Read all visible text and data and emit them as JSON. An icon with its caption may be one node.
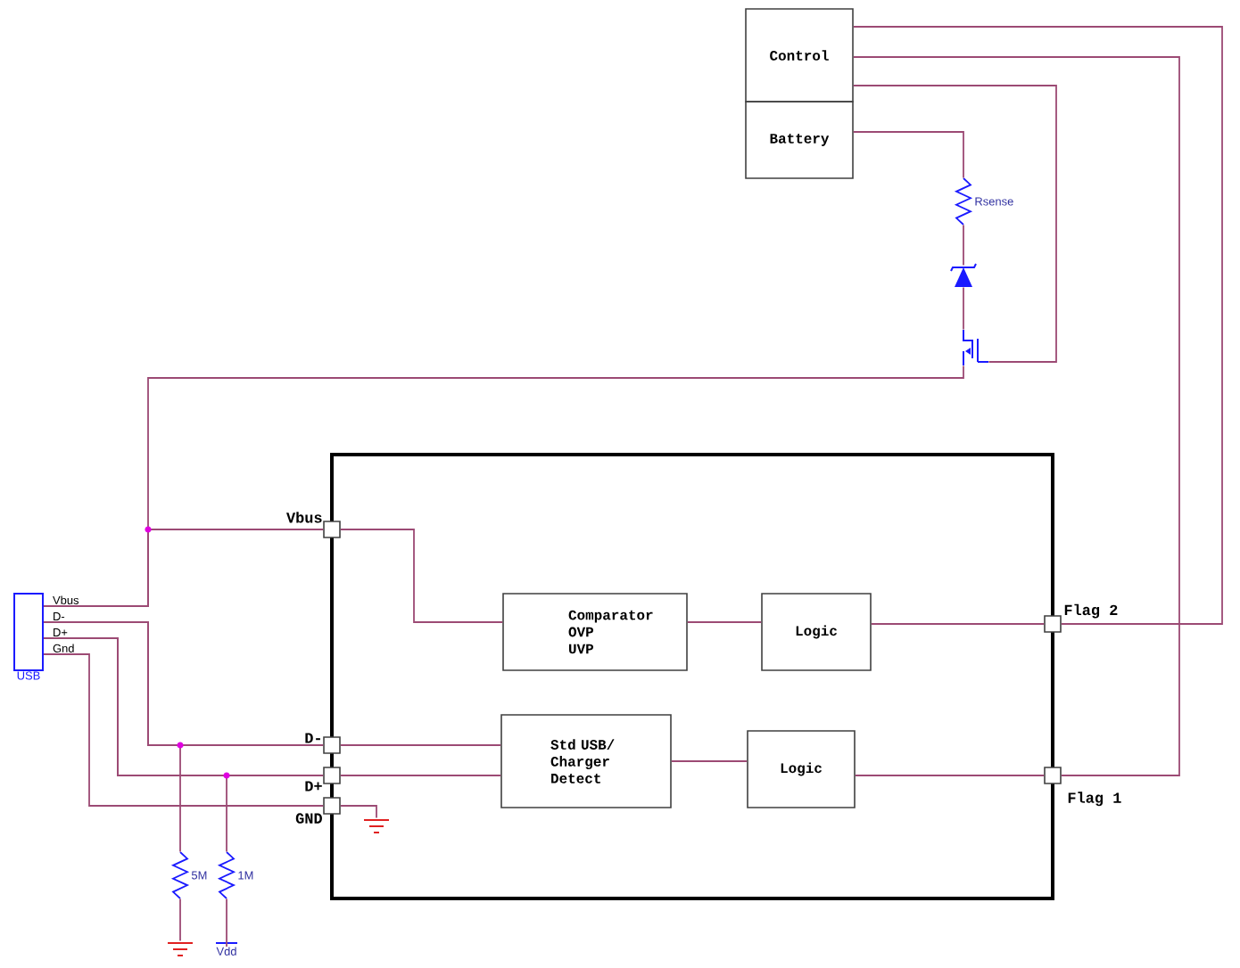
{
  "diagram": {
    "nodes": [
      {
        "text": [
          "Control"
        ]
      },
      {
        "text": [
          "Battery"
        ]
      },
      {
        "text": [],
        "shape": "box"
      },
      {
        "text": [
          "Comparator OVP UVP"
        ],
        "in": 2
      },
      {
        "text": [
          "Logic"
        ],
        "in": 2
      },
      {
        "text": [
          "Std USB/ Charger Detect"
        ],
        "in": 2
      },
      {
        "text": [
          "Logic"
        ],
        "in": 2
      },
      {
        "text": [
          "Vbus"
        ]
      },
      {
        "text": [
          "D-"
        ]
      },
      {
        "text": [
          "D+"
        ]
      },
      {
        "text": [
          "GND"
        ]
      },
      {
        "text": [
          "Flag 2"
        ]
      },
      {
        "text": [
          "Flag 1"
        ]
      },
      {
        "text": [
          "USB"
        ],
        "beside": [
          "Vbus",
          "D-",
          "D+",
          "Gnd"
        ]
      },
      {
        "text": [
          "Rsense"
        ]
      },
      {
        "text": [],
        "shape": "diode"
      },
      {
        "text": [],
        "shape": "transistor"
      },
      {
        "text": [
          "5M"
        ]
      },
      {
        "text": [
          "1M"
        ]
      },
      {
        "text": [],
        "shape": "ground"
      },
      {
        "text": [
          "Vdd"
        ]
      },
      {
        "text": [],
        "shape": "ground",
        "in": 2
      }
    ],
    "edges": [
      {
        "from": 0,
        "to": 11,
        "arrow": "none"
      },
      {
        "from": 0,
        "to": 12,
        "arrow": "none"
      },
      {
        "from": 0,
        "to": 16,
        "arrow": "none"
      },
      {
        "from": 1,
        "to": 14,
        "arrow": "none"
      },
      {
        "from": 14,
        "to": 15,
        "arrow": "none"
      },
      {
        "from": 15,
        "to": 16,
        "arrow": "none"
      },
      {
        "from": 13,
        "to": 16,
        "arrow": "none"
      },
      {
        "from": 13,
        "to": 7,
        "arrow": "none"
      },
      {
        "from": 7,
        "to": 3,
        "arrow": "none"
      },
      {
        "from": 3,
        "to": 4,
        "arrow": "none"
      },
      {
        "from": 4,
        "to": 11,
        "arrow": "none"
      },
      {
        "from": 13,
        "to": 8,
        "arrow": "none"
      },
      {
        "from": 13,
        "to": 17,
        "arrow": "none"
      },
      {
        "from": 13,
        "to": 9,
        "arrow": "none"
      },
      {
        "from": 13,
        "to": 18,
        "arrow": "none"
      },
      {
        "from": 13,
        "to": 10,
        "arrow": "none"
      },
      {
        "from": 10,
        "to": 21,
        "arrow": "none"
      },
      {
        "from": 17,
        "to": 19,
        "arrow": "none"
      },
      {
        "from": 18,
        "to": 20,
        "arrow": "none"
      },
      {
        "from": 8,
        "to": 5,
        "arrow": "none"
      },
      {
        "from": 9,
        "to": 5,
        "arrow": "none"
      },
      {
        "from": 5,
        "to": 6,
        "arrow": "none"
      },
      {
        "from": 6,
        "to": 12,
        "arrow": "none"
      }
    ]
  }
}
